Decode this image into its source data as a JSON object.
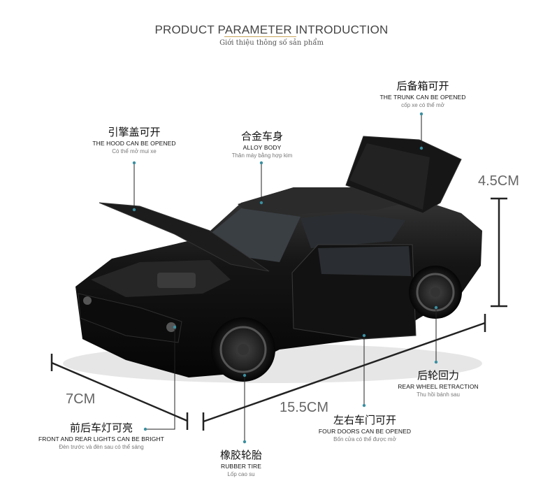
{
  "header": {
    "title": "PRODUCT PARAMETER INTRODUCTION",
    "subtitle": "Giới thiệu thông số sản phẩm"
  },
  "features": {
    "hood": {
      "zh": "引擎盖可开",
      "en": "THE HOOD CAN BE OPENED",
      "vi": "Có thể mở mui xe"
    },
    "body": {
      "zh": "合金车身",
      "en": "ALLOY BODY",
      "vi": "Thân máy bằng hợp kim"
    },
    "trunk": {
      "zh": "后备箱可开",
      "en": "THE TRUNK CAN BE OPENED",
      "vi": "cốp xe có thể mở"
    },
    "rear_wheel": {
      "zh": "后轮回力",
      "en": "REAR WHEEL RETRACTION",
      "vi": "Thu hồi bánh sau"
    },
    "doors": {
      "zh": "左右车门可开",
      "en": "FOUR DOORS CAN BE OPENED",
      "vi": "Bốn cửa có thể được mở"
    },
    "tire": {
      "zh": "橡胶轮胎",
      "en": "RUBBER TIRE",
      "vi": "Lốp cao su"
    },
    "lights": {
      "zh": "前后车灯可亮",
      "en": "FRONT AND REAR LIGHTS CAN BE BRIGHT",
      "vi": "Đèn trước và đèn sau có thể sáng"
    }
  },
  "dimensions": {
    "height": "4.5CM",
    "width": "7CM",
    "length": "15.5CM"
  },
  "colors": {
    "accent_line": "#c9a45c",
    "leader": "#3a8fa0",
    "dimension_bar": "#222222",
    "car_body": "#111111"
  }
}
